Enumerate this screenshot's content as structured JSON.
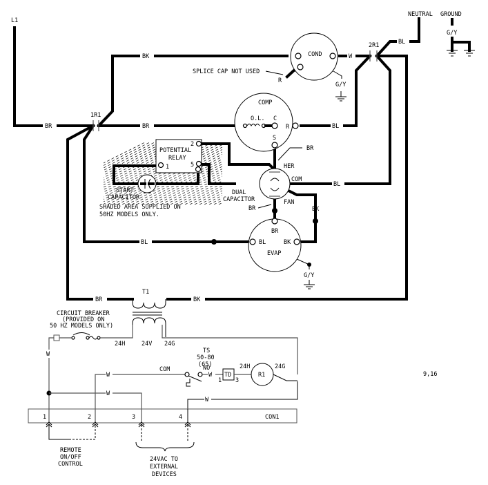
{
  "diagram": {
    "type": "wiring-schematic",
    "page_ref": "9,16",
    "power": {
      "l1": "L1",
      "neutral": "NEUTRAL",
      "ground": "GROUND",
      "ground_wire": "G/Y"
    },
    "wire_colors": {
      "br": "BR",
      "bk": "BK",
      "bl": "BL",
      "w": "W",
      "gy": "G/Y"
    },
    "relay_contacts": {
      "r1_1": "1R1",
      "r1_2": "2R1"
    },
    "components": {
      "cond": {
        "name": "COND",
        "splice_note": "SPLICE CAP NOT USED",
        "terminal_r": "R"
      },
      "comp": {
        "name": "COMP",
        "ol": "O.L.",
        "c": "C",
        "r": "R",
        "s": "S"
      },
      "dual_capacitor": {
        "line1": "DUAL",
        "line2": "CAPACITOR",
        "her": "HER",
        "com": "COM",
        "fan": "FAN"
      },
      "potential_relay": {
        "line1": "POTENTIAL",
        "line2": "RELAY",
        "t1": "1",
        "t2": "2",
        "t5": "5"
      },
      "start_capacitor": {
        "line1": "START",
        "line2": "CAPACITOR"
      },
      "shaded_note": {
        "line1": "SHADED AREA SUPPLIED ON",
        "line2": "50HZ MODELS ONLY."
      },
      "evap": {
        "name": "EVAP",
        "bl": "BL",
        "bk": "BK",
        "br": "BR"
      },
      "transformer": {
        "name": "T1",
        "h": "24H",
        "v": "24V",
        "g": "24G"
      },
      "circuit_breaker": {
        "line1": "CIRCUIT BREAKER",
        "line2": "(PROVIDED ON",
        "line3": "50 HZ MODELS ONLY)"
      },
      "thermostat": {
        "name": "TS",
        "range": "50-80",
        "set": "(65)",
        "com": "COM",
        "no": "NO"
      },
      "time_delay": {
        "name": "TD",
        "t1": "1",
        "t3": "3"
      },
      "relay_coil": {
        "name": "R1",
        "h": "24H",
        "g": "24G"
      },
      "connector": {
        "name": "CON1",
        "pins": [
          "1",
          "2",
          "3",
          "4"
        ]
      }
    },
    "notes": {
      "remote": {
        "line1": "REMOTE",
        "line2": "ON/OFF",
        "line3": "CONTROL"
      },
      "external": {
        "line1": "24VAC TO",
        "line2": "EXTERNAL",
        "line3": "DEVICES"
      }
    }
  }
}
